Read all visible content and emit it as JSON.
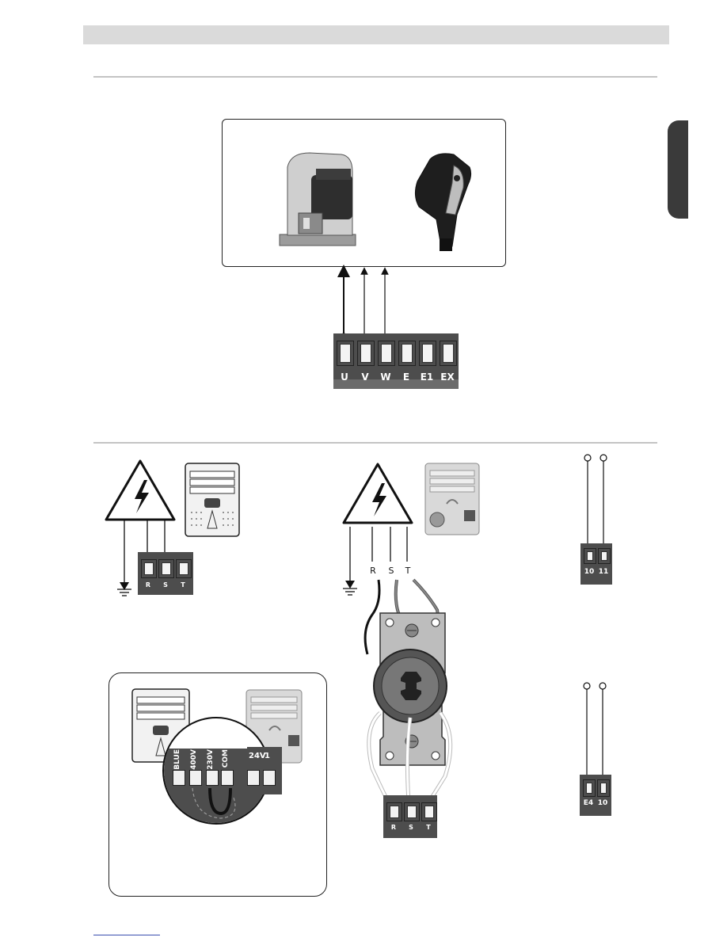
{
  "motor_terminals": {
    "labels": [
      "U",
      "V",
      "W",
      "E",
      "E1",
      "EX"
    ]
  },
  "single_phase_terminals": {
    "labels": [
      "R",
      "S",
      "T"
    ]
  },
  "three_phase_lines": {
    "labels": [
      "R",
      "S",
      "T"
    ]
  },
  "three_phase_terminals": {
    "labels": [
      "R",
      "S",
      "T"
    ]
  },
  "contact_terminals_top": {
    "labels": [
      "10",
      "11"
    ]
  },
  "contact_terminals_bottom": {
    "labels": [
      "E4",
      "10"
    ]
  },
  "transformer_terminals": {
    "labels": [
      "BLUE",
      "400V",
      "230V",
      "COM",
      "24V",
      "1"
    ]
  },
  "colors": {
    "header_bar": "#dadada",
    "rule": "#c4c4c4",
    "side_tab": "#3a3a3a",
    "terminal_block": "#555555",
    "wire_red": "#8a8a8a",
    "wire_dark": "#111111"
  }
}
